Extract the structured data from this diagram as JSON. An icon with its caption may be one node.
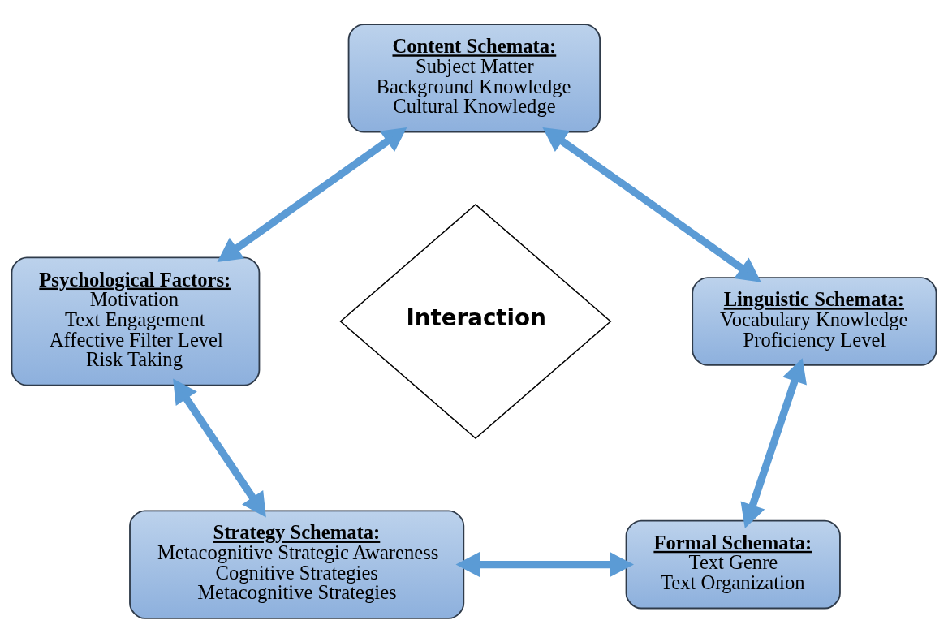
{
  "diagram": {
    "nodes": [
      {
        "text": [
          "Content Schemata:",
          "Subject Matter",
          "Background Knowledge",
          "Cultural Knowledge"
        ]
      },
      {
        "text": [
          "Psychological Factors:",
          "Motivation",
          "Text Engagement",
          "Affective Filter Level",
          "Risk Taking"
        ]
      },
      {
        "text": [
          "Interaction"
        ]
      },
      {
        "text": [
          "Linguistic Schemata:",
          "Vocabulary Knowledge",
          "Proficiency Level"
        ]
      },
      {
        "text": [
          "Strategy Schemata:",
          "Metacognitive Strategic Awareness",
          "Cognitive Strategies",
          "Metacognitive Strategies"
        ]
      },
      {
        "text": [
          "Formal Schemata:",
          "Text Genre",
          "Text Organization"
        ]
      }
    ],
    "edges": [
      {
        "from": 0,
        "to": 1,
        "arrow": "both"
      },
      {
        "from": 0,
        "to": 3,
        "arrow": "both"
      },
      {
        "from": 1,
        "to": 4,
        "arrow": "both"
      },
      {
        "from": 3,
        "to": 5,
        "arrow": "both"
      },
      {
        "from": 4,
        "to": 5,
        "arrow": "both"
      }
    ]
  }
}
